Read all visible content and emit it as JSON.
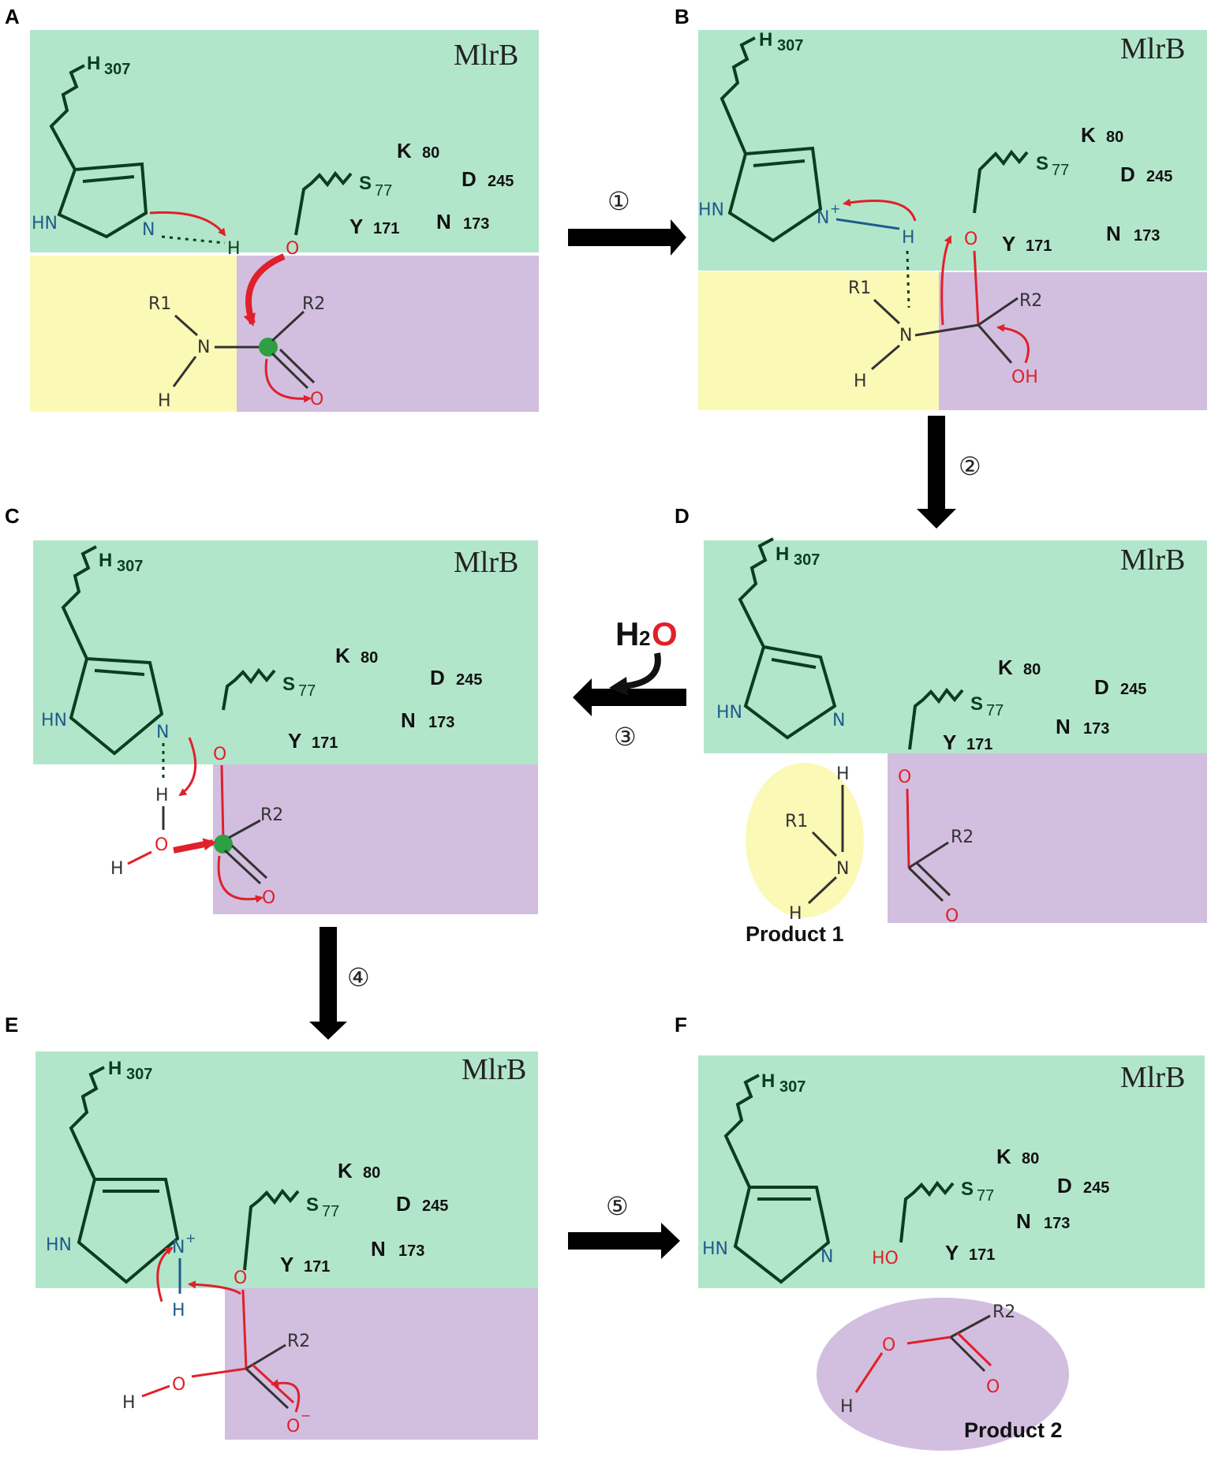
{
  "panels": {
    "A": {
      "label": "A",
      "enzyme": "MlrB",
      "his": "H",
      "his_num": "307",
      "ser": "S",
      "ser_num": "77",
      "lys": "K",
      "lys_num": "80",
      "asp": "D",
      "asp_num": "245",
      "tyr": "Y",
      "tyr_num": "171",
      "asn": "N",
      "asn_num": "173",
      "atoms": {
        "hn": "HN",
        "n": "N",
        "h": "H",
        "o": "O",
        "r1": "R1",
        "r2": "R2",
        "n_amide": "N",
        "h_amide": "H",
        "o_carbonyl": "O"
      }
    },
    "B": {
      "label": "B",
      "enzyme": "MlrB",
      "his": "H",
      "his_num": "307",
      "ser": "S",
      "ser_num": "77",
      "lys": "K",
      "lys_num": "80",
      "asp": "D",
      "asp_num": "245",
      "tyr": "Y",
      "tyr_num": "171",
      "asn": "N",
      "asn_num": "173",
      "atoms": {
        "hn": "HN",
        "n_plus": "N",
        "plus": "+",
        "h": "H",
        "o": "O",
        "r1": "R1",
        "r2": "R2",
        "n_amide": "N",
        "h_amide": "H",
        "oh": "OH"
      }
    },
    "C": {
      "label": "C",
      "enzyme": "MlrB",
      "his": "H",
      "his_num": "307",
      "ser": "S",
      "ser_num": "77",
      "lys": "K",
      "lys_num": "80",
      "asp": "D",
      "asp_num": "245",
      "tyr": "Y",
      "tyr_num": "171",
      "asn": "N",
      "asn_num": "173",
      "atoms": {
        "hn": "HN",
        "n": "N",
        "h1": "H",
        "o_water": "O",
        "h2": "H",
        "o_ser": "O",
        "r2": "R2",
        "o_carbonyl": "O"
      }
    },
    "D": {
      "label": "D",
      "enzyme": "MlrB",
      "his": "H",
      "his_num": "307",
      "ser": "S",
      "ser_num": "77",
      "lys": "K",
      "lys_num": "80",
      "asp": "D",
      "asp_num": "245",
      "tyr": "Y",
      "tyr_num": "171",
      "asn": "N",
      "asn_num": "173",
      "atoms": {
        "hn": "HN",
        "n": "N",
        "h_top": "H",
        "r1": "R1",
        "n_amine": "N",
        "h_bottom": "H",
        "o_ser": "O",
        "r2": "R2",
        "o_carbonyl": "O"
      },
      "product": "Product 1"
    },
    "E": {
      "label": "E",
      "enzyme": "MlrB",
      "his": "H",
      "his_num": "307",
      "ser": "S",
      "ser_num": "77",
      "lys": "K",
      "lys_num": "80",
      "asp": "D",
      "asp_num": "245",
      "tyr": "Y",
      "tyr_num": "171",
      "asn": "N",
      "asn_num": "173",
      "atoms": {
        "hn": "HN",
        "n_plus": "N",
        "plus": "+",
        "h": "H",
        "o_ser": "O",
        "r2": "R2",
        "o_h": "O",
        "h_oh": "H",
        "o_minus": "O",
        "minus": "−"
      }
    },
    "F": {
      "label": "F",
      "enzyme": "MlrB",
      "his": "H",
      "his_num": "307",
      "ser": "S",
      "ser_num": "77",
      "lys": "K",
      "lys_num": "80",
      "asp": "D",
      "asp_num": "245",
      "tyr": "Y",
      "tyr_num": "171",
      "asn": "N",
      "asn_num": "173",
      "atoms": {
        "hn": "HN",
        "n": "N",
        "ho": "HO",
        "r2": "R2",
        "o_ester": "O",
        "o_carbonyl": "O",
        "h": "H"
      },
      "product": "Product 2"
    }
  },
  "steps": {
    "s1": "①",
    "s2": "②",
    "s3": "③",
    "s4": "④",
    "s5": "⑤",
    "water_h": "H",
    "water_sub": "2",
    "water_o": "O"
  },
  "colors": {
    "enzyme_bg": "#b2e6cb",
    "leaving_bg": "#fbf9b6",
    "acyl_bg": "#d2bfe0",
    "bond_green": "#0b3d1e",
    "nitrogen_blue": "#1f5c8a",
    "oxygen_red": "#e0202a",
    "arrow_red": "#e0202a",
    "text_dark": "#222222",
    "step_arrow": "#000000",
    "tet_carbon": "#2ea043"
  }
}
